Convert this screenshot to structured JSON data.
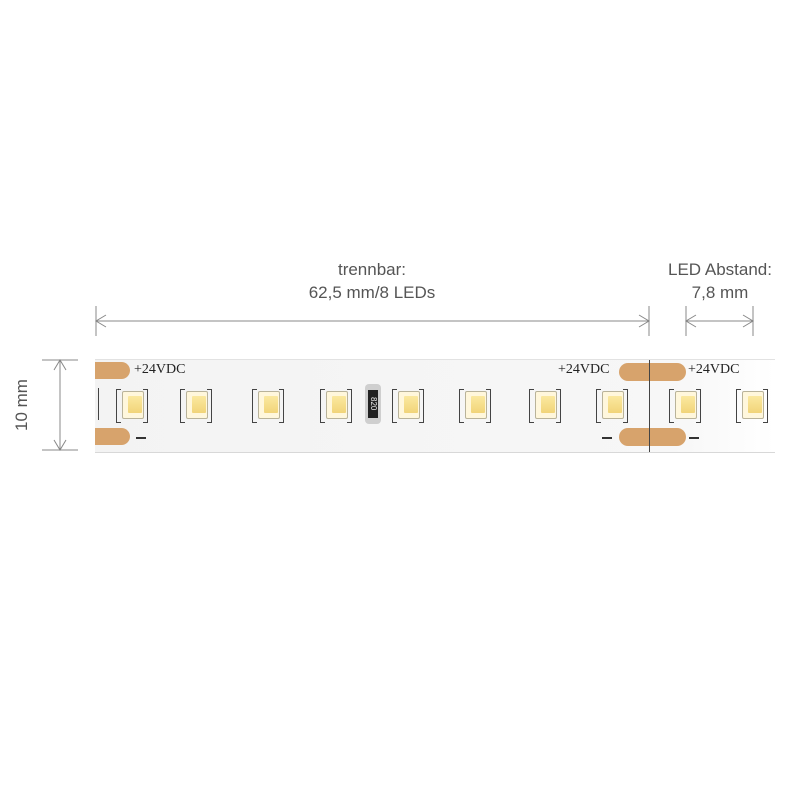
{
  "dimensions": {
    "cut_label": "trennbar:",
    "cut_value": "62,5 mm/8 LEDs",
    "pitch_label": "LED Abstand:",
    "pitch_value": "7,8 mm",
    "width_value": "10 mm"
  },
  "strip": {
    "voltage_label": "+24VDC",
    "negative_label": "–",
    "resistor_code": "820",
    "led_count_visible": 10,
    "pad_color": "#d7a36c",
    "led_color": "#f1d479"
  }
}
